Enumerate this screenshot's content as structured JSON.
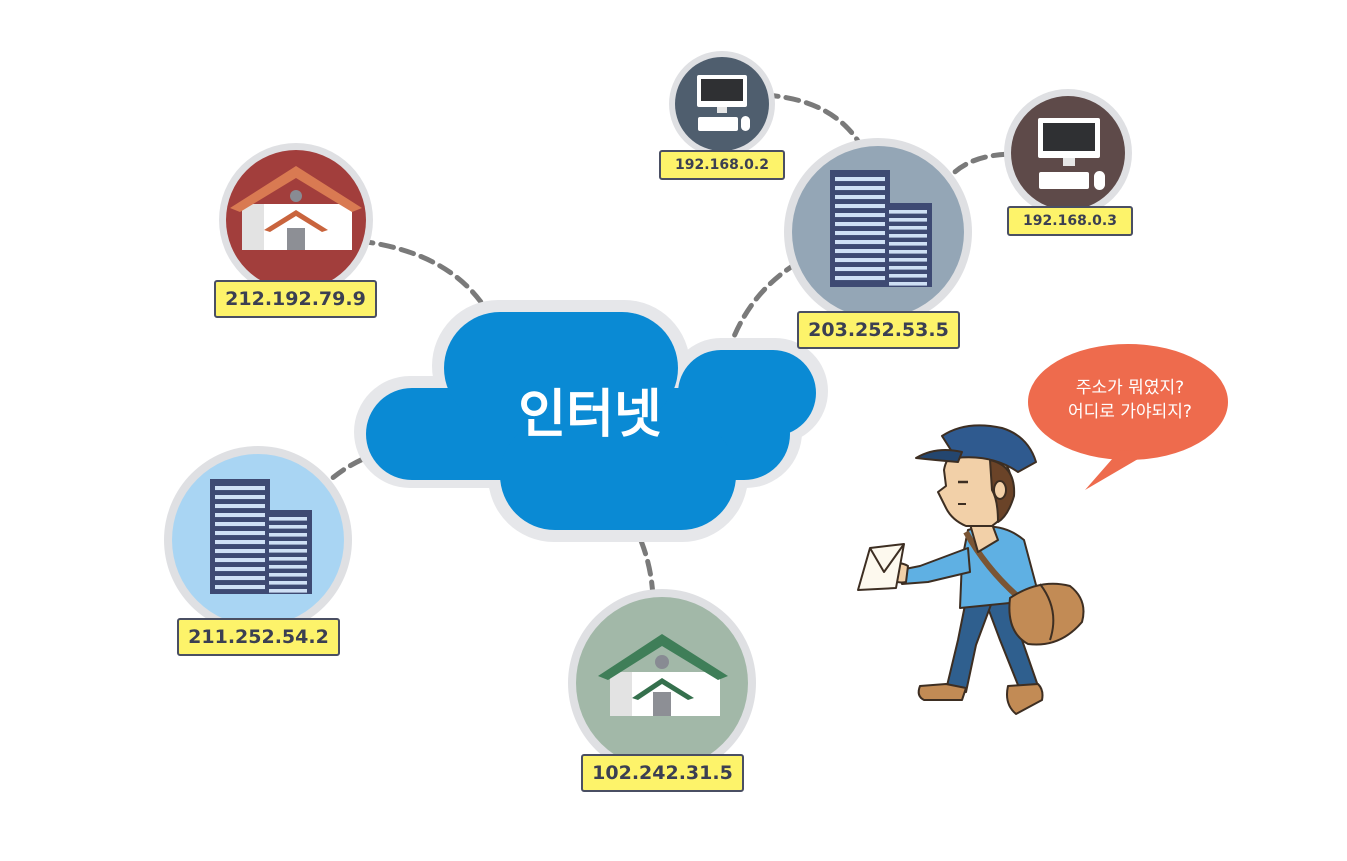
{
  "cloud": {
    "label": "인터넷"
  },
  "nodes": {
    "house_red": {
      "ip": "212.192.79.9"
    },
    "building_left": {
      "ip": "211.252.54.2"
    },
    "house_green": {
      "ip": "102.242.31.5"
    },
    "building_right": {
      "ip": "203.252.53.5"
    },
    "pc_1": {
      "ip": "192.168.0.2"
    },
    "pc_2": {
      "ip": "192.168.0.3"
    }
  },
  "speech_bubble": {
    "line1": "주소가 뭐였지?",
    "line2": "어디로 가야되지?"
  },
  "colors": {
    "cloud": "#0a8ad4",
    "label_bg": "#fdf36a",
    "bubble": "#ee6b4d",
    "connector": "#7a7a7a"
  }
}
